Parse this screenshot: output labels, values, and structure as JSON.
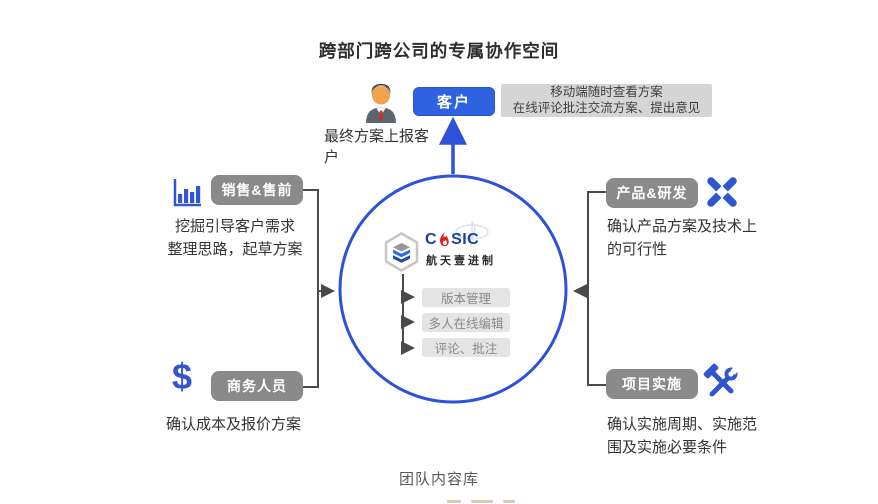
{
  "colors": {
    "accent_blue": "#2b52d8",
    "customer_button_blue": "#2e62e0",
    "role_button_gray": "#8a8a8a",
    "icon_blue": "#3156cf",
    "brand_blue": "#16419c",
    "brand_red": "#d6251f"
  },
  "title": "跨部门跨公司的专属协作空间",
  "customer": {
    "label": "客户",
    "avatar_icon": "businessman-avatar-icon",
    "note": "移动端随时查看方案\n在线评论批注交流方案、提出意见",
    "arrow_caption": "最终方案上报客户"
  },
  "roles": [
    {
      "label": "销售&售前",
      "icon": "bar-chart-icon",
      "desc": "挖掘引导客户需求\n整理思路，起草方案"
    },
    {
      "label": "商务人员",
      "icon": "dollar-icon",
      "desc": "确认成本及报价方案"
    },
    {
      "label": "产品&研发",
      "icon": "cross-nodes-icon",
      "desc": "确认产品方案及技术上\n的可行性"
    },
    {
      "label": "项目实施",
      "icon": "tools-icon",
      "desc": "确认实施周期、实施范\n围及实施必要条件"
    }
  ],
  "center": {
    "hexagon_icon": "hexagon-layers-logo",
    "brand_prefix": "C",
    "brand_flame_icon": "flame-icon",
    "brand_suffix": "SIC",
    "brand_name": "航天壹进制",
    "features": [
      "版本管理",
      "多人在线编辑",
      "评论、批注"
    ],
    "dollar_glyph": "$"
  },
  "footer": "团队内容库"
}
